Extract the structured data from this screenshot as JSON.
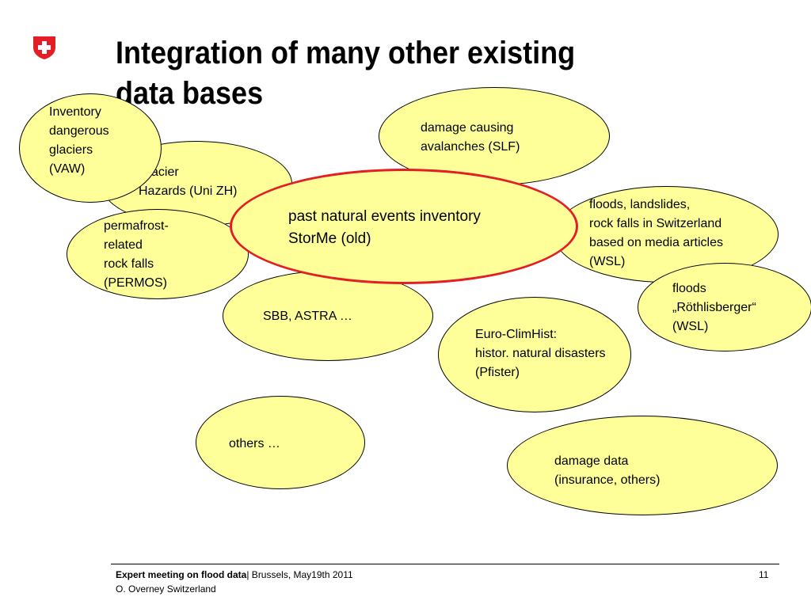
{
  "slide": {
    "title_lines": [
      "Integration of many other existing",
      "data bases"
    ],
    "logo_icon": "swiss-cross-icon",
    "colors": {
      "bubble_fill": "#ffff99",
      "highlight_border": "#e31e24",
      "logo_red": "#e41e26"
    }
  },
  "bubbles": [
    {
      "id": "damage-avalanches",
      "lines": [
        "damage causing",
        "avalanches (SLF)"
      ]
    },
    {
      "id": "inventory-glaciers",
      "lines": [
        "Inventory",
        "dangerous",
        "glaciers",
        "(VAW)"
      ]
    },
    {
      "id": "glacier-hazards",
      "lines": [
        "Glacier",
        "Hazards (Uni ZH)"
      ]
    },
    {
      "id": "floods-landslides",
      "lines": [
        "floods, landslides,",
        "rock falls in Switzerland",
        "based on media articles",
        "(WSL)"
      ]
    },
    {
      "id": "permafrost",
      "lines": [
        "permafrost-",
        "related",
        "rock falls",
        "(PERMOS)"
      ]
    },
    {
      "id": "floods-rothlisberger",
      "lines": [
        "floods",
        "„Röthlisberger“",
        "(WSL)"
      ]
    },
    {
      "id": "sbb-astra",
      "lines": [
        "SBB, ASTRA …"
      ]
    },
    {
      "id": "euro-climhist",
      "lines": [
        "Euro-ClimHist:",
        "histor. natural disasters",
        "(Pfister)"
      ]
    },
    {
      "id": "others",
      "lines": [
        "others …"
      ]
    },
    {
      "id": "damage-data",
      "lines": [
        "damage data",
        "(insurance, others)"
      ]
    },
    {
      "id": "storme",
      "lines": [
        "past natural events inventory",
        "StorMe (old)"
      ]
    }
  ],
  "footer": {
    "event": "Expert meeting on flood data",
    "separator_place_date": "| Brussels, May19th 2011",
    "author": "O. Overney Switzerland",
    "page": "11"
  }
}
